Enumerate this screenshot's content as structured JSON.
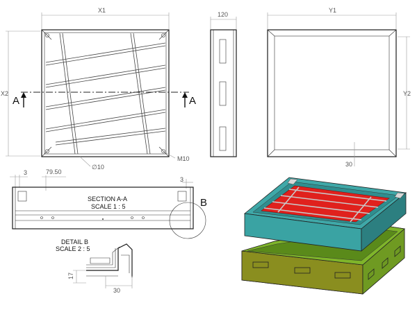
{
  "labels": {
    "x1": "X1",
    "side_width": "120",
    "y1": "Y1",
    "x2": "X2",
    "y2": "Y2",
    "section_letter": "A",
    "bolt": "M10",
    "hole": "∅10",
    "dim_30_plan": "30",
    "dim_3_left": "3",
    "dim_79_50": "79.50",
    "dim_3_right": "3",
    "section_title": "SECTION A-A",
    "section_scale": "SCALE 1 : 5",
    "detail_letter": "B",
    "detail_title": "DETAIL B",
    "detail_scale": "SCALE 2 : 5",
    "dim_17": "17",
    "dim_30_detail": "30"
  },
  "colors": {
    "tray_teal": "#3fa8a8",
    "tray_teal_dark": "#2c7f80",
    "grate_red": "#e0211d",
    "frame_green": "#5a8a1a",
    "frame_green_light": "#7fb52a",
    "frame_olive": "#8a8e1f"
  }
}
